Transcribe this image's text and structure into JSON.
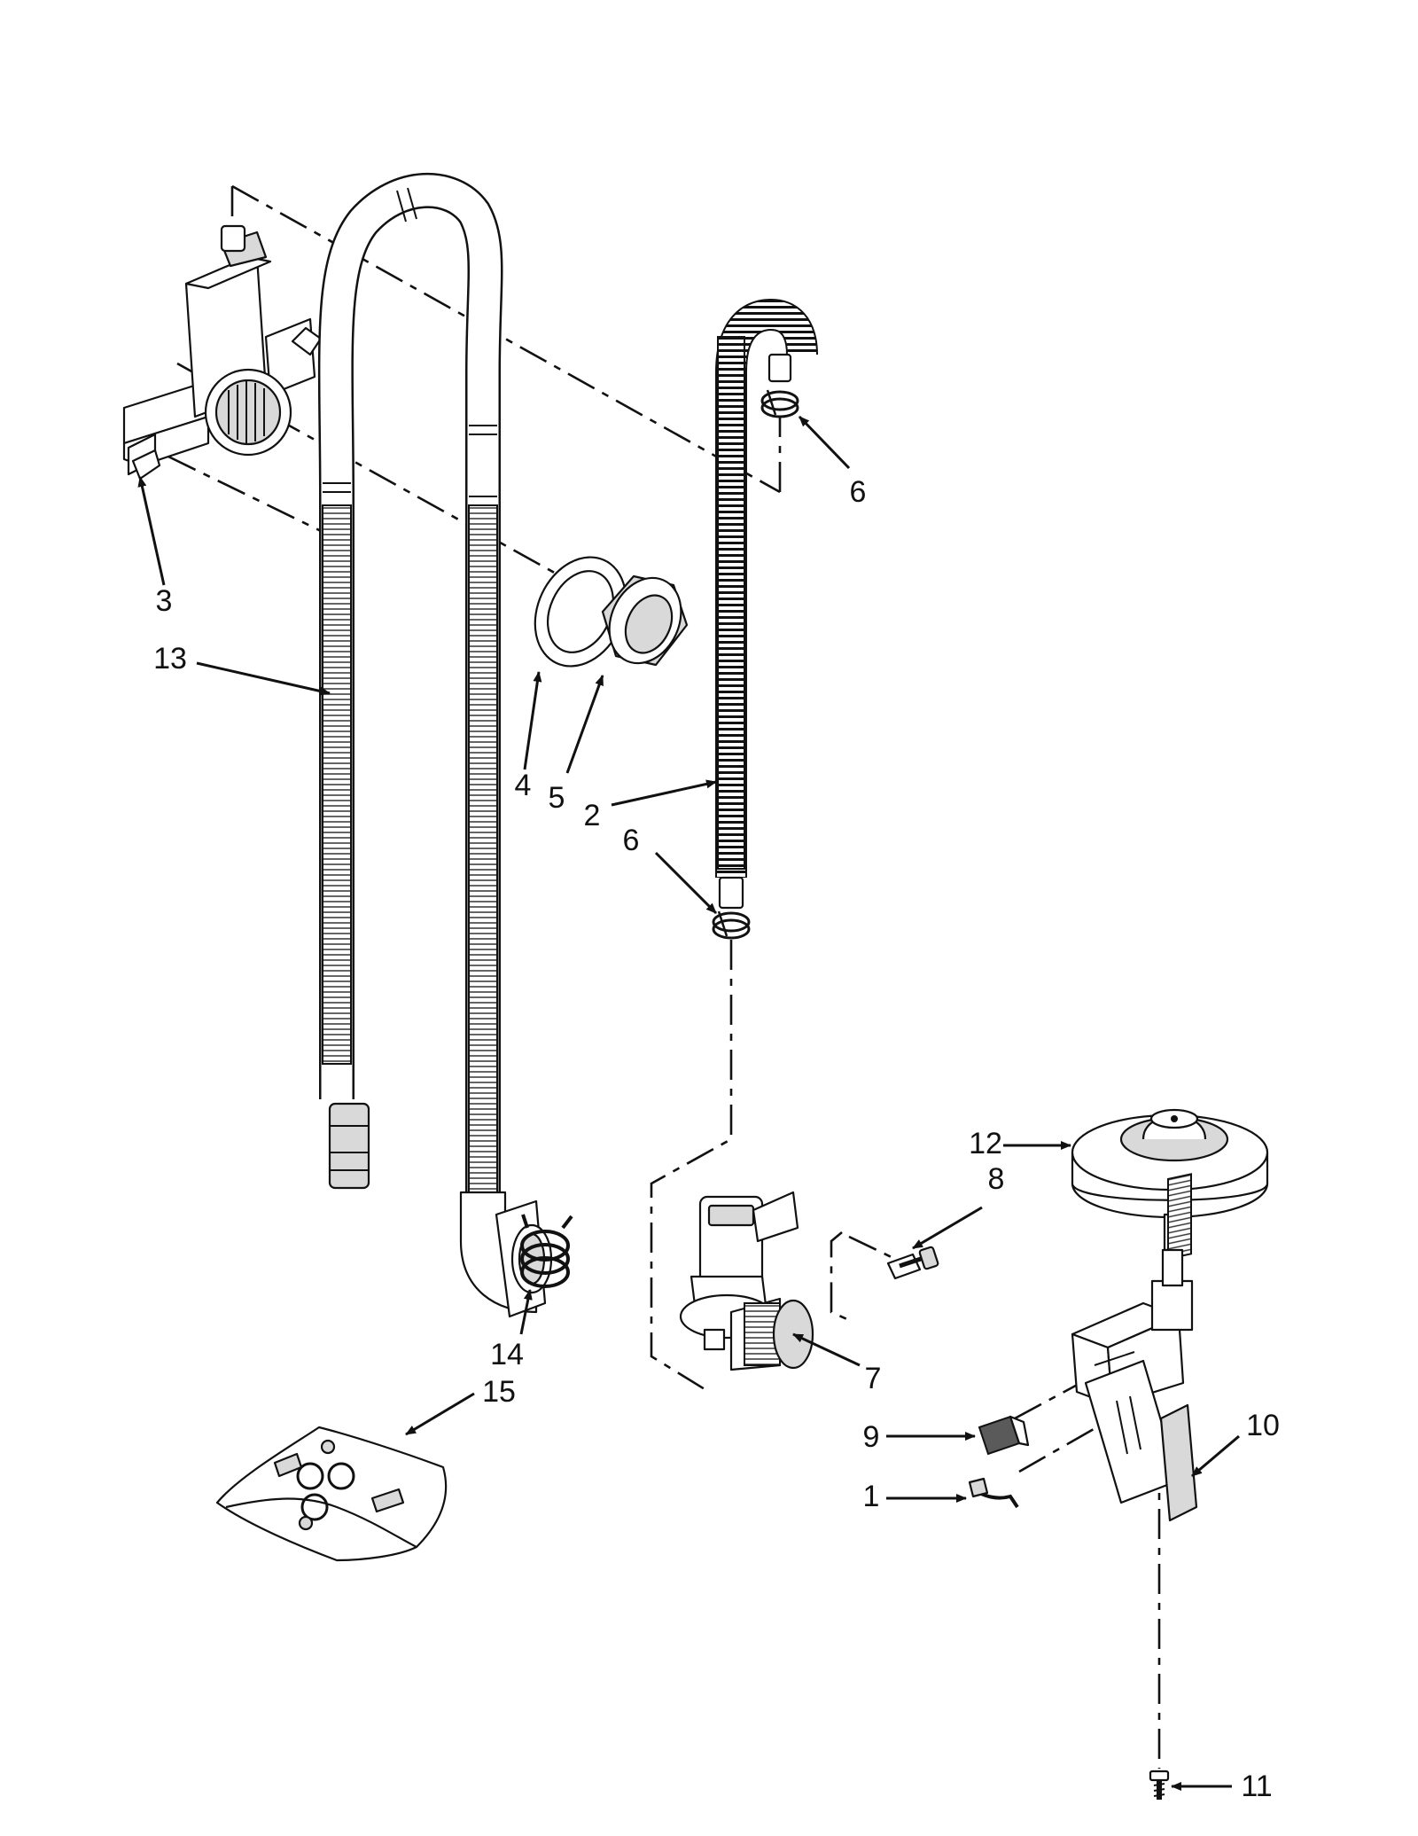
{
  "callouts": [
    {
      "id": "c1",
      "label": "1"
    },
    {
      "id": "c2",
      "label": "2"
    },
    {
      "id": "c3",
      "label": "3"
    },
    {
      "id": "c4",
      "label": "4"
    },
    {
      "id": "c5",
      "label": "5"
    },
    {
      "id": "c6a",
      "label": "6"
    },
    {
      "id": "c6b",
      "label": "6"
    },
    {
      "id": "c7",
      "label": "7"
    },
    {
      "id": "c8",
      "label": "8"
    },
    {
      "id": "c9",
      "label": "9"
    },
    {
      "id": "c10",
      "label": "10"
    },
    {
      "id": "c11",
      "label": "11"
    },
    {
      "id": "c12",
      "label": "12"
    },
    {
      "id": "c13",
      "label": "13"
    },
    {
      "id": "c14",
      "label": "14"
    },
    {
      "id": "c15",
      "label": "15"
    }
  ]
}
